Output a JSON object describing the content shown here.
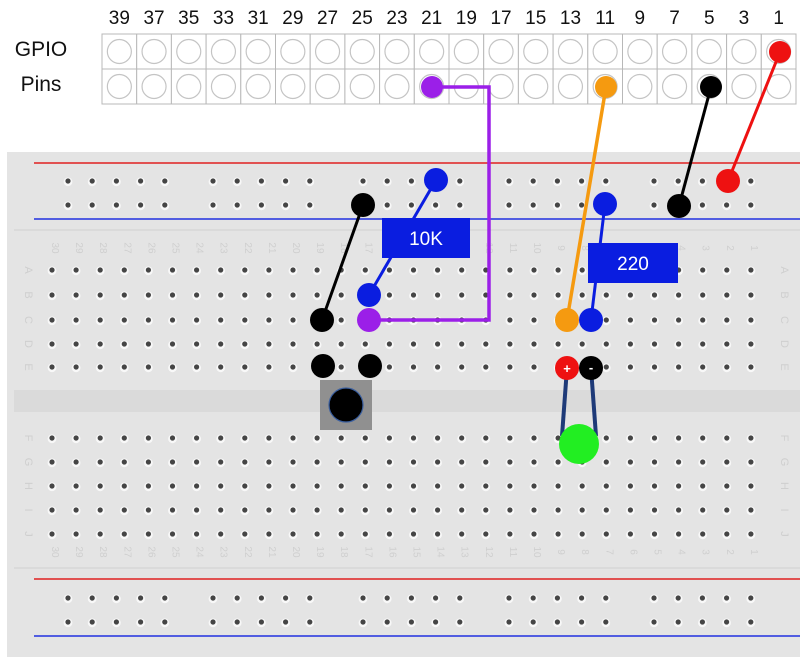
{
  "gpio": {
    "title_line1": "GPIO",
    "title_line2": "Pins",
    "top_row_pins": [
      "39",
      "37",
      "35",
      "33",
      "31",
      "29",
      "27",
      "25",
      "23",
      "21",
      "19",
      "17",
      "15",
      "13",
      "11",
      "9",
      "7",
      "5",
      "3",
      "1"
    ]
  },
  "breadboard": {
    "column_numbers": [
      "30",
      "29",
      "28",
      "27",
      "26",
      "25",
      "24",
      "23",
      "22",
      "21",
      "20",
      "19",
      "18",
      "17",
      "16",
      "15",
      "14",
      "13",
      "12",
      "11",
      "10",
      "9",
      "8",
      "7",
      "6",
      "5",
      "4",
      "3",
      "2",
      "1"
    ],
    "row_letters_top": [
      "A",
      "B",
      "C",
      "D",
      "E"
    ],
    "row_letters_bottom": [
      "F",
      "G",
      "H",
      "I",
      "J"
    ]
  },
  "components": {
    "resistor_10k_label": "10K",
    "resistor_220_label": "220",
    "led_plus": "+",
    "led_minus": "-"
  },
  "colors": {
    "wire_red": "#ee1111",
    "wire_black": "#000000",
    "wire_purple": "#9b1fe8",
    "wire_orange": "#f59a10",
    "wire_blue": "#0a1de0",
    "resistor_box": "#0a1de0",
    "led_green": "#22ee22",
    "rail_red": "#e02020",
    "rail_blue": "#2030e0",
    "breadboard": "#e4e4e4"
  }
}
